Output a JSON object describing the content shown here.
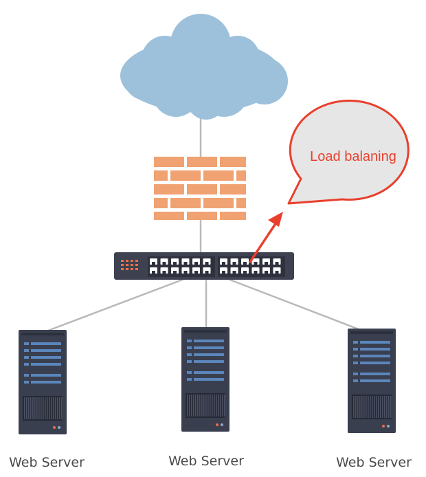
{
  "callout": {
    "text": "Load balaning"
  },
  "servers": [
    {
      "label": "Web Server"
    },
    {
      "label": "Web Server"
    },
    {
      "label": "Web Server"
    }
  ],
  "colors": {
    "cloud": "#9dc1db",
    "brick": "#f0a272",
    "switch": "#3e4150",
    "switch_port": "#ffffff",
    "switch_led": "#e8704a",
    "server_body": "#3a3f4f",
    "server_slot": "#5b86bb",
    "link": "#b9b9b9",
    "callout_fill": "#e6e6e6",
    "callout_stroke": "#e8402c",
    "arrow": "#e8402c"
  }
}
